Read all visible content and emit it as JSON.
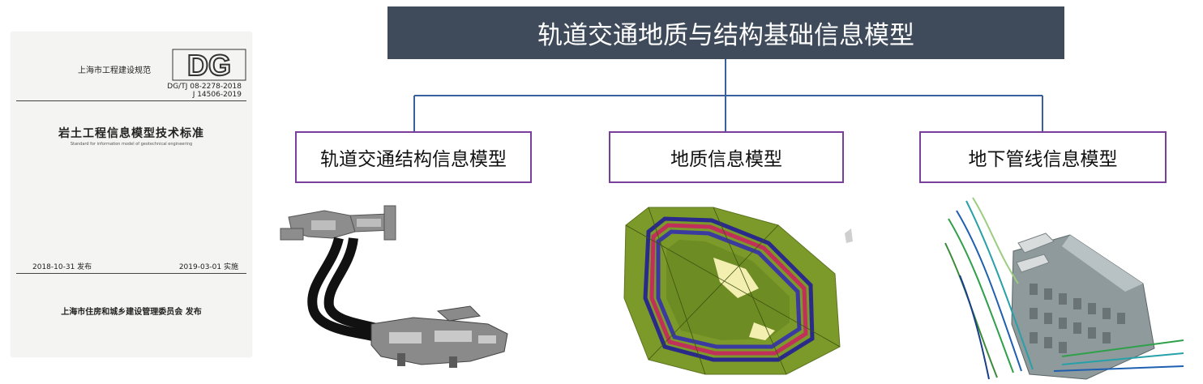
{
  "cover": {
    "issuer": "上海市工程建设规范",
    "logo": "DG",
    "code_1": "DG/TJ 08-2278-2018",
    "code_2": "J 14506-2019",
    "title": "岩土工程信息模型技术标准",
    "subtitle": "Standard for information model of geotechnical engineering",
    "issue_date": "2018-10-31 发布",
    "effective_date": "2019-03-01 实施",
    "publisher": "上海市住房和城乡建设管理委员会 发布"
  },
  "diagram": {
    "root": "轨道交通地质与结构基础信息模型",
    "children": [
      {
        "label": "轨道交通结构信息模型",
        "illustration": "rail-tunnel-structure-model"
      },
      {
        "label": "地质信息模型",
        "illustration": "geology-layered-model"
      },
      {
        "label": "地下管线信息模型",
        "illustration": "underground-pipeline-model"
      }
    ],
    "colors": {
      "root_fill": "#3f4b5b",
      "child_border": "#7a3f9a",
      "connector": "#3a5f9e",
      "geology_green": "#7c9a2a"
    }
  }
}
